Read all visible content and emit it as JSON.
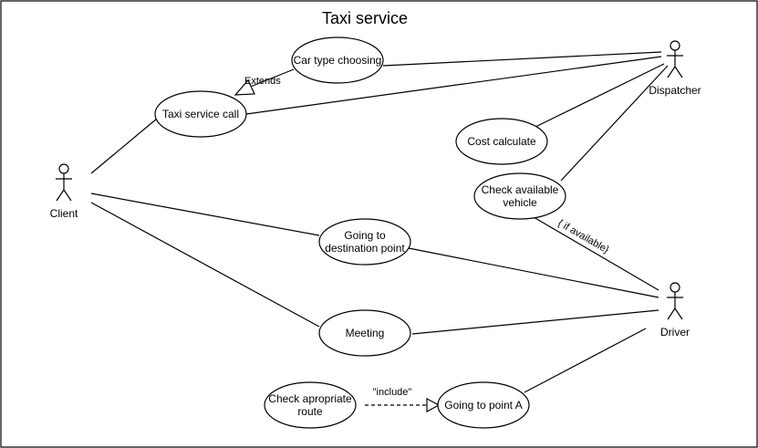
{
  "title": "Taxi service",
  "actors": {
    "client": "Client",
    "dispatcher": "Dispatcher",
    "driver": "Driver"
  },
  "use_cases": {
    "car_type_choosing": "Car type choosing",
    "taxi_service_call": "Taxi service call",
    "cost_calculate": "Cost calculate",
    "check_available_vehicle_1": "Check available",
    "check_available_vehicle_2": "vehicle",
    "going_to_destination_1": "Going to",
    "going_to_destination_2": "destination point",
    "meeting": "Meeting",
    "check_route_1": "Check apropriate",
    "check_route_2": "route",
    "going_to_point_a": "Going to point A"
  },
  "relations": {
    "extends": "Extends",
    "include": "\"include\"",
    "if_available": "{ if available}"
  }
}
